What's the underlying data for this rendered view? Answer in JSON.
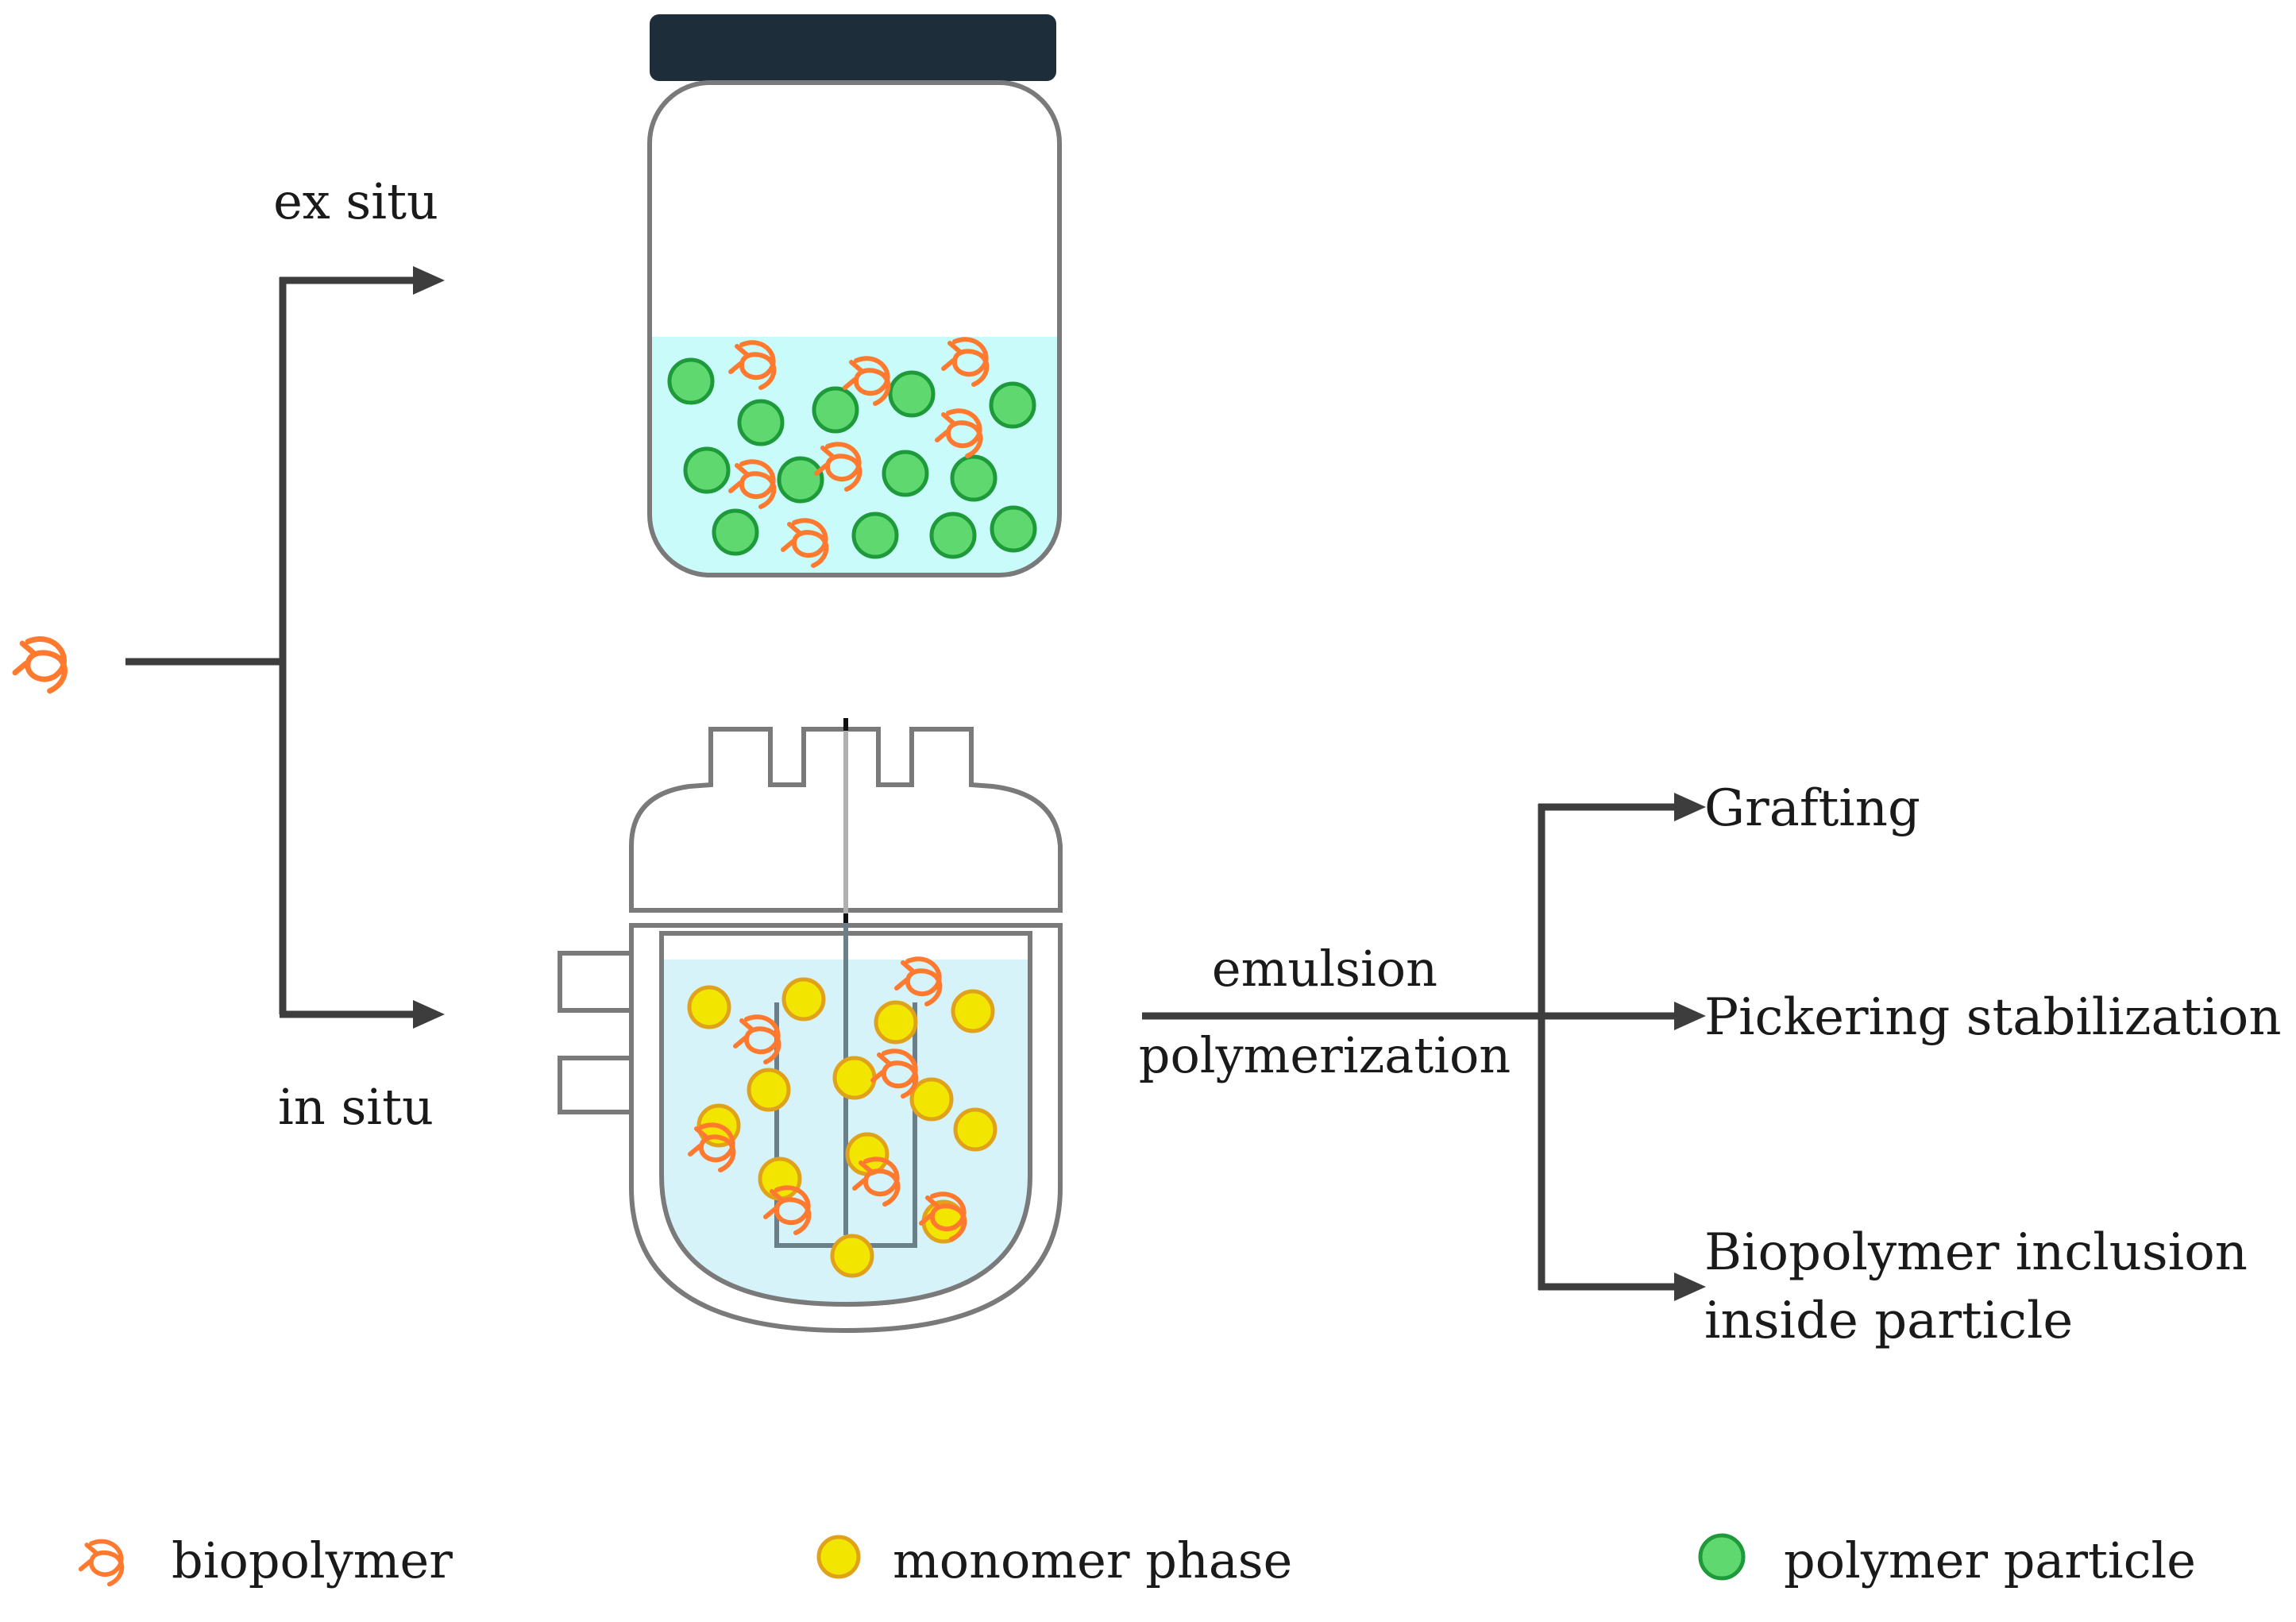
{
  "labels": {
    "ex_situ": "ex situ",
    "in_situ": "in situ",
    "process_line1": "emulsion",
    "process_line2": "polymerization"
  },
  "outcomes": [
    {
      "line1": "Grafting",
      "line2": ""
    },
    {
      "line1": "Pickering stabilization",
      "line2": ""
    },
    {
      "line1": "Biopolymer inclusion",
      "line2": "inside particle"
    }
  ],
  "legend": {
    "biopolymer": "biopolymer",
    "monomer_phase": "monomer phase",
    "polymer_particle": "polymer particle"
  },
  "colors": {
    "arrow": "#3d3d3d",
    "biopolymer": "#ff7a2f",
    "monomer_fill": "#f2e600",
    "monomer_stroke": "#e0a21a",
    "polymer_fill": "#5fd86f",
    "polymer_stroke": "#1f9a3a",
    "jar_liquid": "#c9fbfb",
    "reactor_liquid": "#d6f3fa",
    "jar_lid": "#1e2d3a",
    "vessel_outline": "#7a7a7a"
  }
}
